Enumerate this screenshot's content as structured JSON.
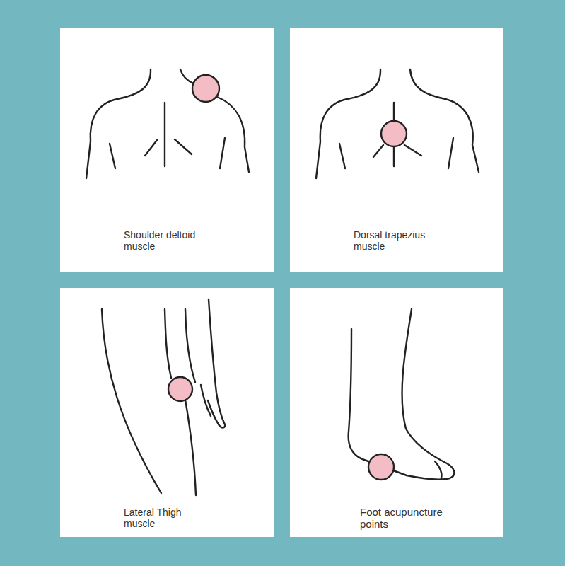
{
  "diagram": {
    "nodes": [
      {
        "text": [
          "Shoulder deltoid muscle"
        ]
      },
      {
        "text": [
          "Dorsal trapezius muscle"
        ]
      },
      {
        "text": [
          "Lateral Thigh muscle"
        ]
      },
      {
        "text": [
          "Foot acupuncture points"
        ]
      }
    ]
  }
}
